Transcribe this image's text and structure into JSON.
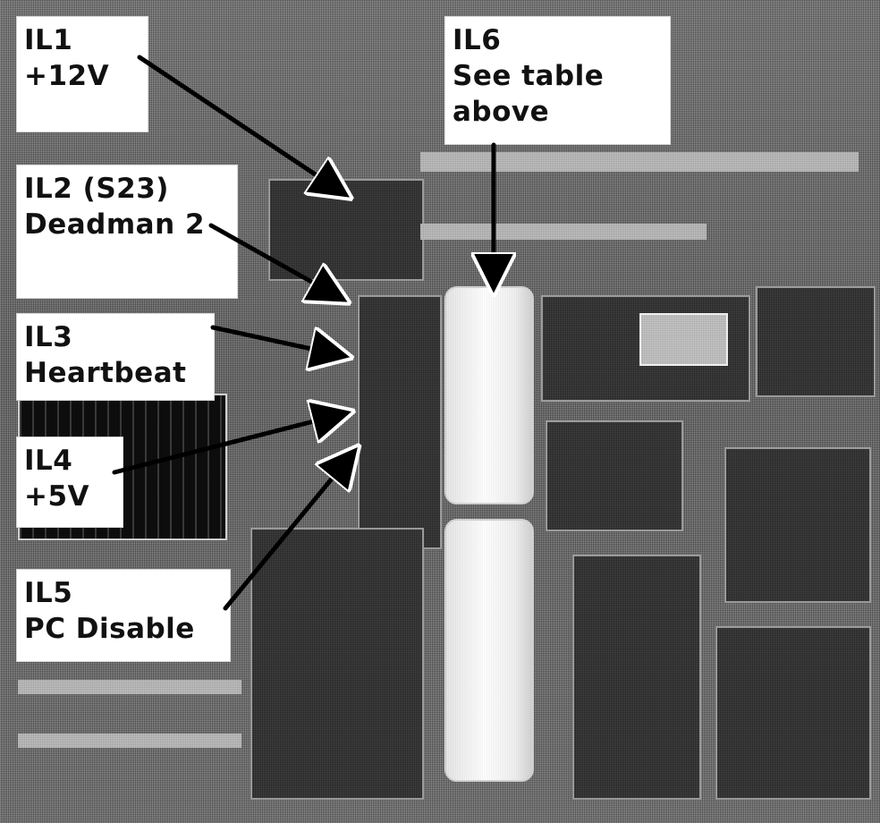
{
  "colors": {
    "label_background": "#ffffff",
    "label_text": "#111111",
    "arrow": "#000000"
  },
  "labels": [
    {
      "id": "IL1",
      "title": "IL1",
      "desc": "+12V"
    },
    {
      "id": "IL2",
      "title": "IL2 (S23)",
      "desc": "Deadman 2"
    },
    {
      "id": "IL3",
      "title": "IL3",
      "desc": "Heartbeat"
    },
    {
      "id": "IL4",
      "title": "IL4",
      "desc": "+5V"
    },
    {
      "id": "IL5",
      "title": "IL5",
      "desc": "PC Disable"
    },
    {
      "id": "IL6",
      "title": "IL6",
      "desc": "See table",
      "desc2": "above"
    }
  ]
}
